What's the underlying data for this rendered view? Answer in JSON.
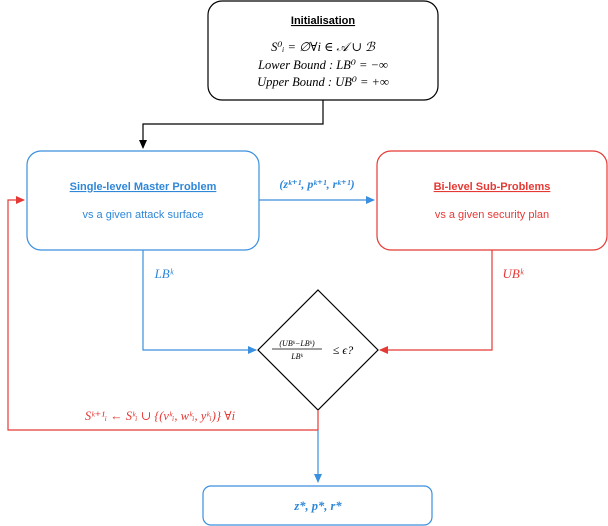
{
  "colors": {
    "black": "#000000",
    "blue": "#3a8fde",
    "blue_text": "#2f87d8",
    "red": "#e53935",
    "red_text": "#e53935",
    "box_fill": "#ffffff"
  },
  "init": {
    "title": "Initialisation",
    "line1": "S⁰ᵢ = ∅∀i ∈ 𝒜 ∪ ℬ",
    "line2": "Lower Bound :  LB⁰ = −∞",
    "line3": "Upper Bound :  UB⁰ = +∞"
  },
  "master": {
    "title": "Single-level Master Problem",
    "subtitle": "vs a given attack surface"
  },
  "sub": {
    "title": "Bi-level Sub-Problems",
    "subtitle": "vs a given security plan"
  },
  "edges": {
    "master_to_sub_label": "(zᵏ⁺¹, pᵏ⁺¹, rᵏ⁺¹)",
    "lb_label": "LBᵏ",
    "ub_label": "UBᵏ",
    "feedback_label": "Sᵏ⁺¹ᵢ ← Sᵏᵢ ∪ {(vᵏᵢ, wᵏᵢ, yᵏᵢ)} ∀i"
  },
  "decision": {
    "numerator": "(UBᵏ−LBᵏ)",
    "denominator": "LBᵏ",
    "comparison": "≤ ϵ?"
  },
  "result": {
    "label": "z*, p*, r*"
  }
}
